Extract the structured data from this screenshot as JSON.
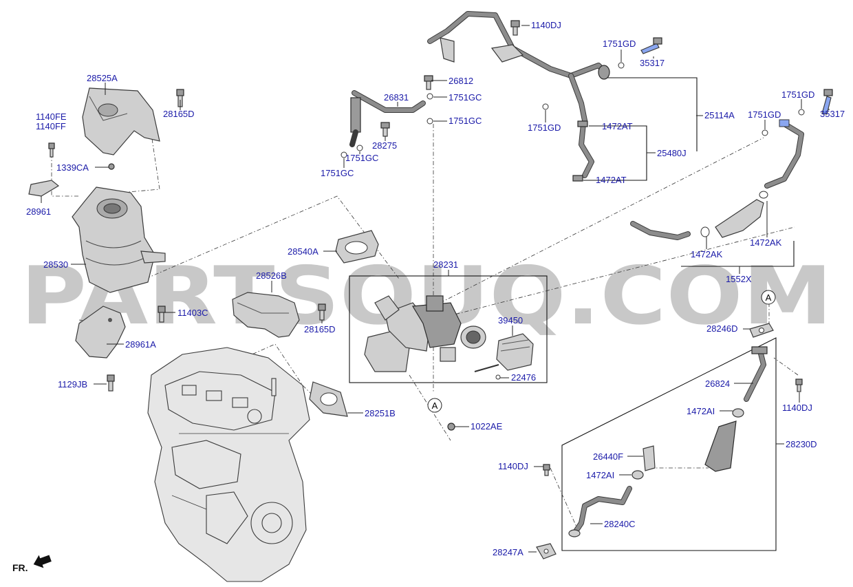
{
  "colors": {
    "label": "#1a1aa8",
    "watermark": "#c8c8c8",
    "line": "#222222"
  },
  "watermark": "PARTSOUQ.COM",
  "front_marker": {
    "text": "FR.",
    "icon": "arrow-icon"
  },
  "ref_marker": "A",
  "labels": {
    "p1140DJ_top": "1140DJ",
    "p1751GD_top": "1751GD",
    "p35317_top": "35317",
    "p26812": "26812",
    "p26831": "26831",
    "p1751GC_a": "1751GC",
    "p1751GC_b": "1751GC",
    "p1751GC_c": "1751GC",
    "p1751GC_d": "1751GC",
    "p28275": "28275",
    "p1751GD_mid": "1751GD",
    "p1472AT_a": "1472AT",
    "p1472AT_b": "1472AT",
    "p25114A": "25114A",
    "p25480J": "25480J",
    "p1751GD_right": "1751GD",
    "p1751GD_far": "1751GD",
    "p35317_right": "35317",
    "p1472AK_a": "1472AK",
    "p1472AK_b": "1472AK",
    "p1552X": "1552X",
    "p28525A": "28525A",
    "p28165D_top": "28165D",
    "p1140FE": "1140FE",
    "p1140FF": "1140FF",
    "p1339CA": "1339CA",
    "p28961": "28961",
    "p28530": "28530",
    "p28540A": "28540A",
    "p28231": "28231",
    "p28526B": "28526B",
    "p11403C": "11403C",
    "p28165D_mid": "28165D",
    "p39450": "39450",
    "p22476": "22476",
    "p28961A": "28961A",
    "p1129JB": "1129JB",
    "p28251B": "28251B",
    "p1022AE": "1022AE",
    "p28246D": "28246D",
    "p26824": "26824",
    "p1140DJ_right": "1140DJ",
    "p1472AI_a": "1472AI",
    "p28230D": "28230D",
    "p26440F": "26440F",
    "p1140DJ_low": "1140DJ",
    "p1472AI_b": "1472AI",
    "p28240C": "28240C",
    "p28247A": "28247A"
  }
}
